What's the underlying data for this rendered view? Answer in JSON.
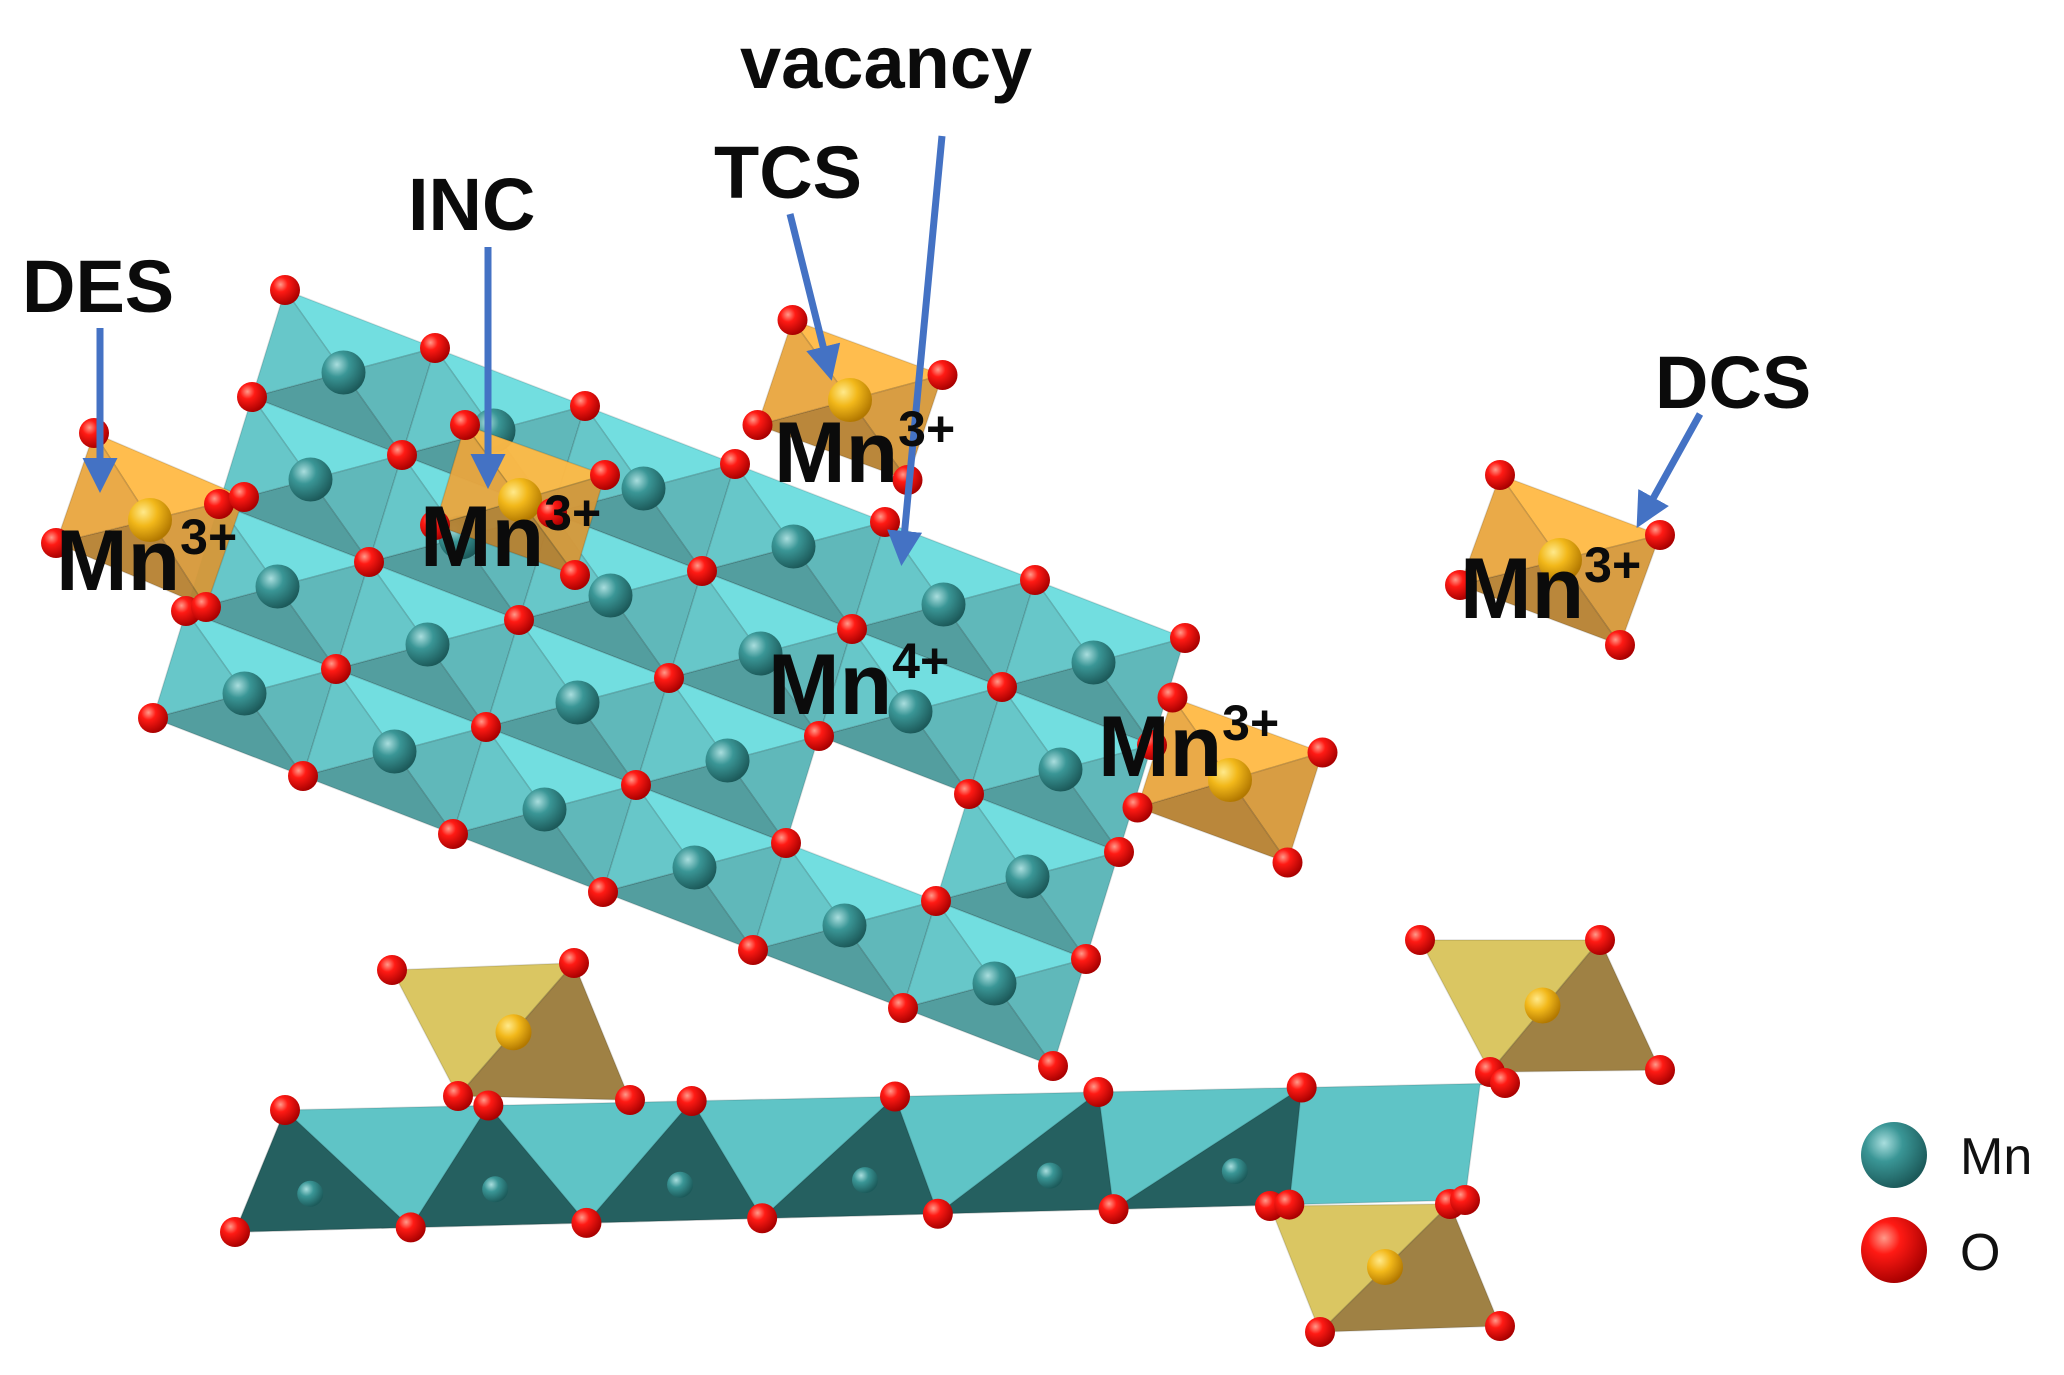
{
  "colors": {
    "mn4_octahedron": "#5fc4c6",
    "mn3_octahedron": "#e9a53e",
    "mn3_tetra_side": "#d8c35a",
    "mn_atom": "#2f7e7e",
    "o_atom": "#e0000b",
    "arrow": "#4472c4"
  },
  "site_labels": {
    "des": "DES",
    "inc": "INC",
    "tcs": "TCS",
    "vacancy": "vacancy",
    "dcs": "DCS"
  },
  "ion_labels": [
    {
      "base": "Mn",
      "charge": "3+"
    },
    {
      "base": "Mn",
      "charge": "3+"
    },
    {
      "base": "Mn",
      "charge": "3+"
    },
    {
      "base": "Mn",
      "charge": "4+"
    },
    {
      "base": "Mn",
      "charge": "3+"
    },
    {
      "base": "Mn",
      "charge": "3+"
    }
  ],
  "legend": [
    {
      "symbol": "mn-atom",
      "label": "Mn"
    },
    {
      "symbol": "o-atom",
      "label": "O"
    }
  ]
}
